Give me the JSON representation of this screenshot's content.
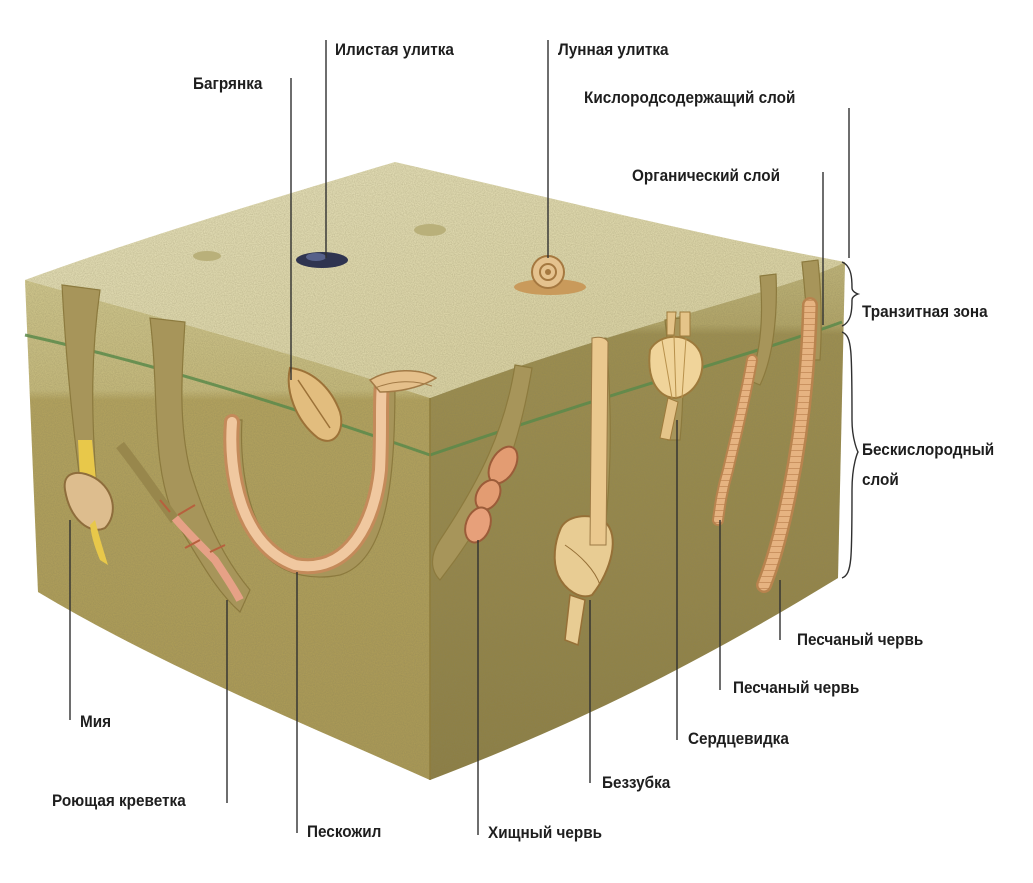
{
  "labels": {
    "ilistaya_ulitka": "Илистая улитка",
    "lunnaya_ulitka": "Лунная улитка",
    "bagryanka": "Багрянка",
    "kislorod_sloy": "Кислородсодержащий слой",
    "organich_sloy": "Органический слой",
    "tranzit_zona": "Транзитная зона",
    "beskislorod_line1": "Бескислородный",
    "beskislorod_line2": "слой",
    "peschany_cherv_1": "Песчаный червь",
    "peschany_cherv_2": "Песчаный червь",
    "serdtsevidka": "Сердцевидка",
    "bezzubka": "Беззубка",
    "miya": "Мия",
    "royushchaya_krevetka": "Роющая креветка",
    "peskozhil": "Пескожил",
    "khishchny_cherv": "Хищный червь"
  },
  "colors": {
    "top_surface": "#e8e2b6",
    "oxygen_layer": "#d4cc96",
    "front_face": "#b8a660",
    "right_face": "#998a4a",
    "organic_line": "#5b8a4a",
    "tube_fill": "#a8975a",
    "shell": "#e7c98f",
    "worm": "#dfa573",
    "snail_dark": "#2f3450",
    "leader_line": "#303030"
  }
}
